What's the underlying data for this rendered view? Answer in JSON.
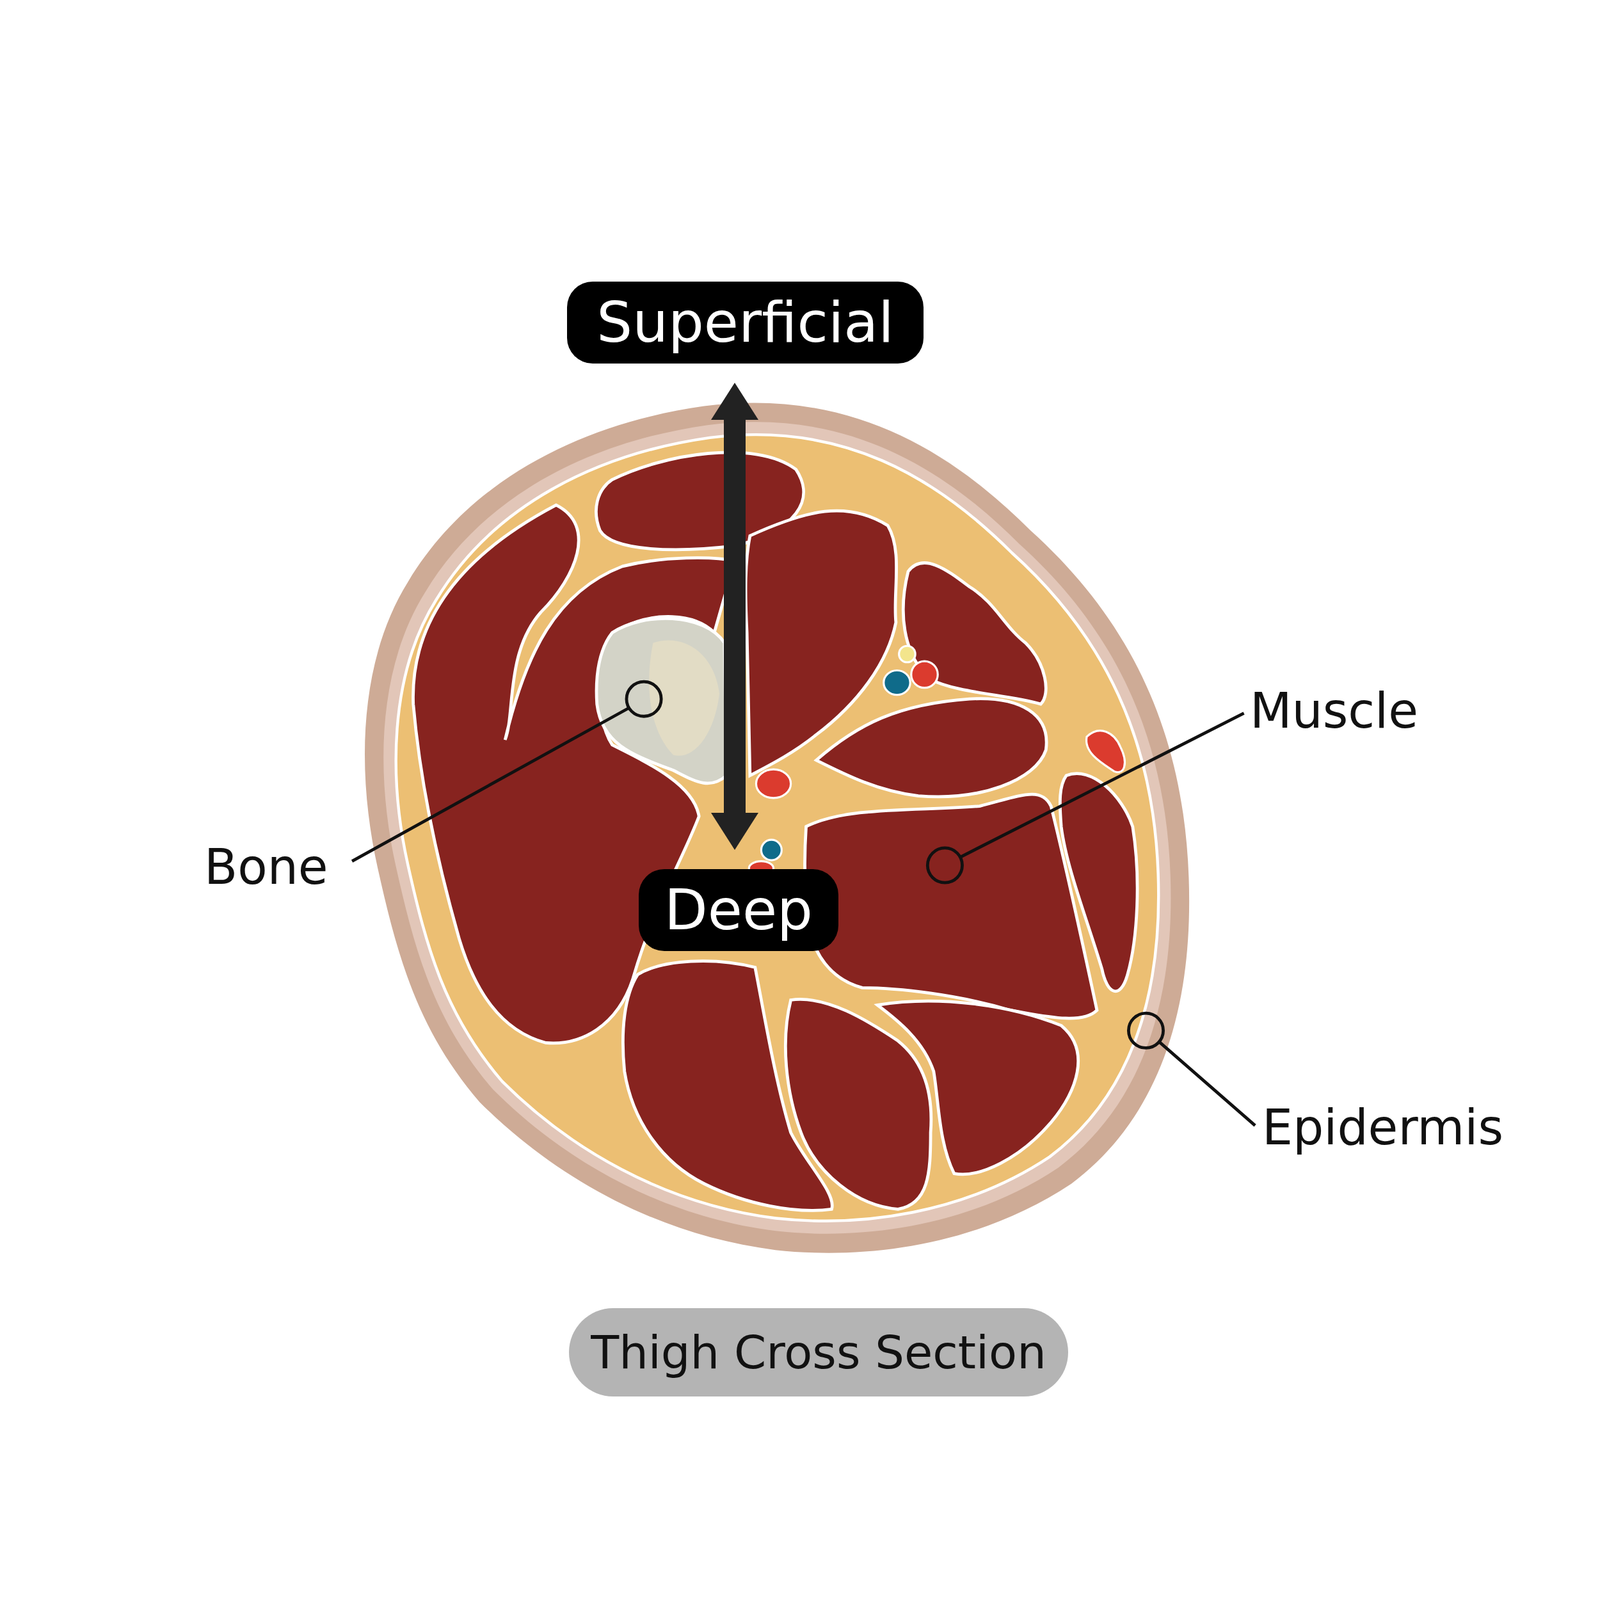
{
  "diagram": {
    "caption": "Thigh Cross Section",
    "nodes": [
      {
        "text": [
          "Superficial"
        ]
      },
      {
        "text": [
          "Deep"
        ]
      }
    ],
    "edges": [
      {
        "from": 0,
        "to": 1,
        "arrow": "both"
      }
    ],
    "labels": [
      "Bone",
      "Muscle",
      "Epidermis"
    ]
  }
}
